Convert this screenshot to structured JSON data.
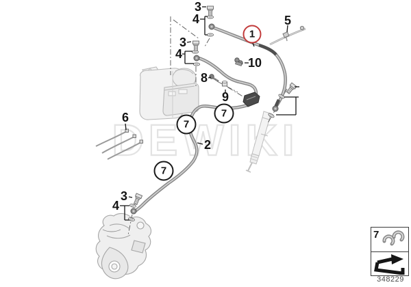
{
  "watermark": {
    "text": "DEWIKI"
  },
  "diagram": {
    "number": "348229",
    "colors": {
      "highlight_circle": "#c23b3b",
      "callout_text": "#141414",
      "hose_gray": "#828282",
      "part_light_gray": "#b8b8b8",
      "watermark_gray": "#e3e3e3"
    }
  },
  "callouts": [
    {
      "label": "3",
      "shape": "plain",
      "part": "banjo-bolt-upper-abs"
    },
    {
      "label": "4",
      "shape": "bracket",
      "part": "seal-washers-upper-abs"
    },
    {
      "label": "3",
      "shape": "plain",
      "part": "banjo-bolt-lower-abs"
    },
    {
      "label": "4",
      "shape": "bracket",
      "part": "seal-washers-lower-abs"
    },
    {
      "label": "1",
      "shape": "red-circle",
      "part": "brake-line-master-cylinder-to-abs"
    },
    {
      "label": "5",
      "shape": "plain",
      "part": "cable-strap"
    },
    {
      "label": "10",
      "shape": "plain",
      "part": "clamp"
    },
    {
      "label": "8",
      "shape": "plain",
      "part": "holder-screw"
    },
    {
      "label": "9",
      "shape": "plain",
      "part": "holder-nut"
    },
    {
      "label": "7",
      "shape": "circle",
      "part": "hose-clip"
    },
    {
      "label": "7",
      "shape": "circle",
      "part": "hose-clip"
    },
    {
      "label": "2",
      "shape": "plain",
      "part": "brake-line-abs-to-caliper"
    },
    {
      "label": "7",
      "shape": "circle",
      "part": "hose-clip"
    },
    {
      "label": "6",
      "shape": "plain",
      "part": "cable-ties"
    },
    {
      "label": "3",
      "shape": "plain",
      "part": "banjo-bolt-caliper"
    },
    {
      "label": "4",
      "shape": "bracket",
      "part": "seal-washers-caliper"
    }
  ],
  "inset": {
    "label": "7",
    "part": "hose-clips",
    "icon": "direction-arrow-icon"
  }
}
